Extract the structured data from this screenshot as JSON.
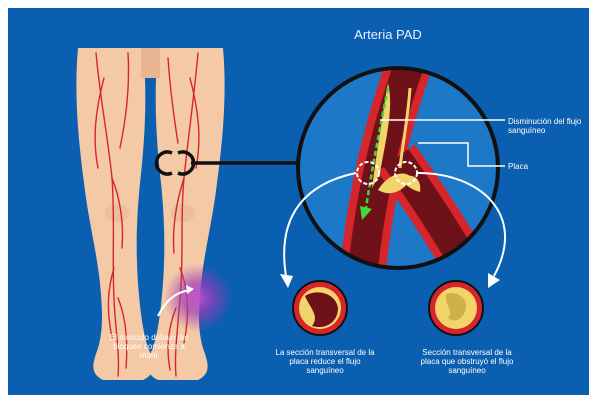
{
  "title": "Arteria PAD",
  "labels": {
    "flow_reduction": "Disminución del flujo sanguíneo",
    "plaque": "Placa"
  },
  "captions": {
    "muscle": "El músculo debajo del bloqueo comienza a morir",
    "cross_section_reduced": "La sección transversal de la placa reduce el flujo sanguíneo",
    "cross_section_blocked": "Sección transversal de la placa que obstruyó el flujo sanguíneo"
  },
  "colors": {
    "background": "#0b5fb0",
    "skin": "#f3c9a6",
    "artery": "#d6262b",
    "artery_dark": "#6e1118",
    "plaque": "#f2d56a",
    "flow_arrow": "#3ddc3a",
    "pain_glow": "#8e3aa8"
  }
}
